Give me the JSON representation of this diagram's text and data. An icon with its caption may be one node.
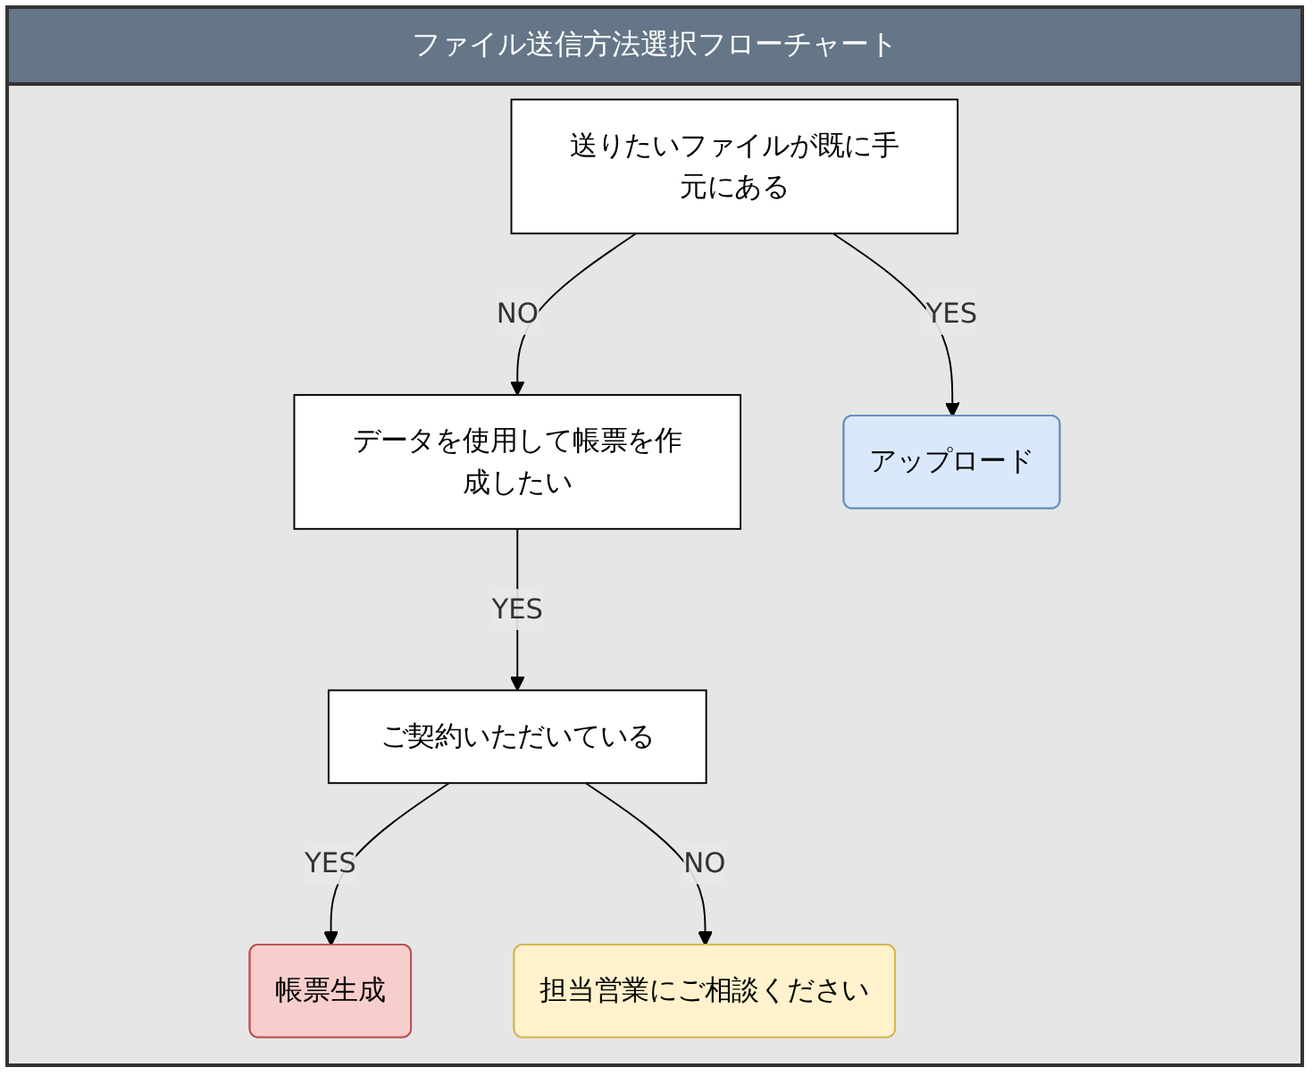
{
  "diagram": {
    "title": "ファイル送信方法選択フローチャート",
    "nodes": [
      {
        "text": [
          "送りたいファイルが既に手元にある"
        ]
      },
      {
        "text": [
          "データを使用して帳票を作成したい"
        ]
      },
      {
        "text": [
          "ご契約いただいている"
        ]
      },
      {
        "text": [
          "アップロード"
        ]
      },
      {
        "text": [
          "帳票生成"
        ]
      },
      {
        "text": [
          "担当営業にご相談ください"
        ]
      }
    ],
    "edges": [
      {
        "from": 0,
        "to": 1,
        "arrow": "to",
        "label": "NO"
      },
      {
        "from": 0,
        "to": 3,
        "arrow": "to",
        "label": "YES"
      },
      {
        "from": 1,
        "to": 2,
        "arrow": "to",
        "label": "YES"
      },
      {
        "from": 2,
        "to": 4,
        "arrow": "to",
        "label": "YES"
      },
      {
        "from": 2,
        "to": 5,
        "arrow": "to",
        "label": "NO"
      }
    ]
  }
}
